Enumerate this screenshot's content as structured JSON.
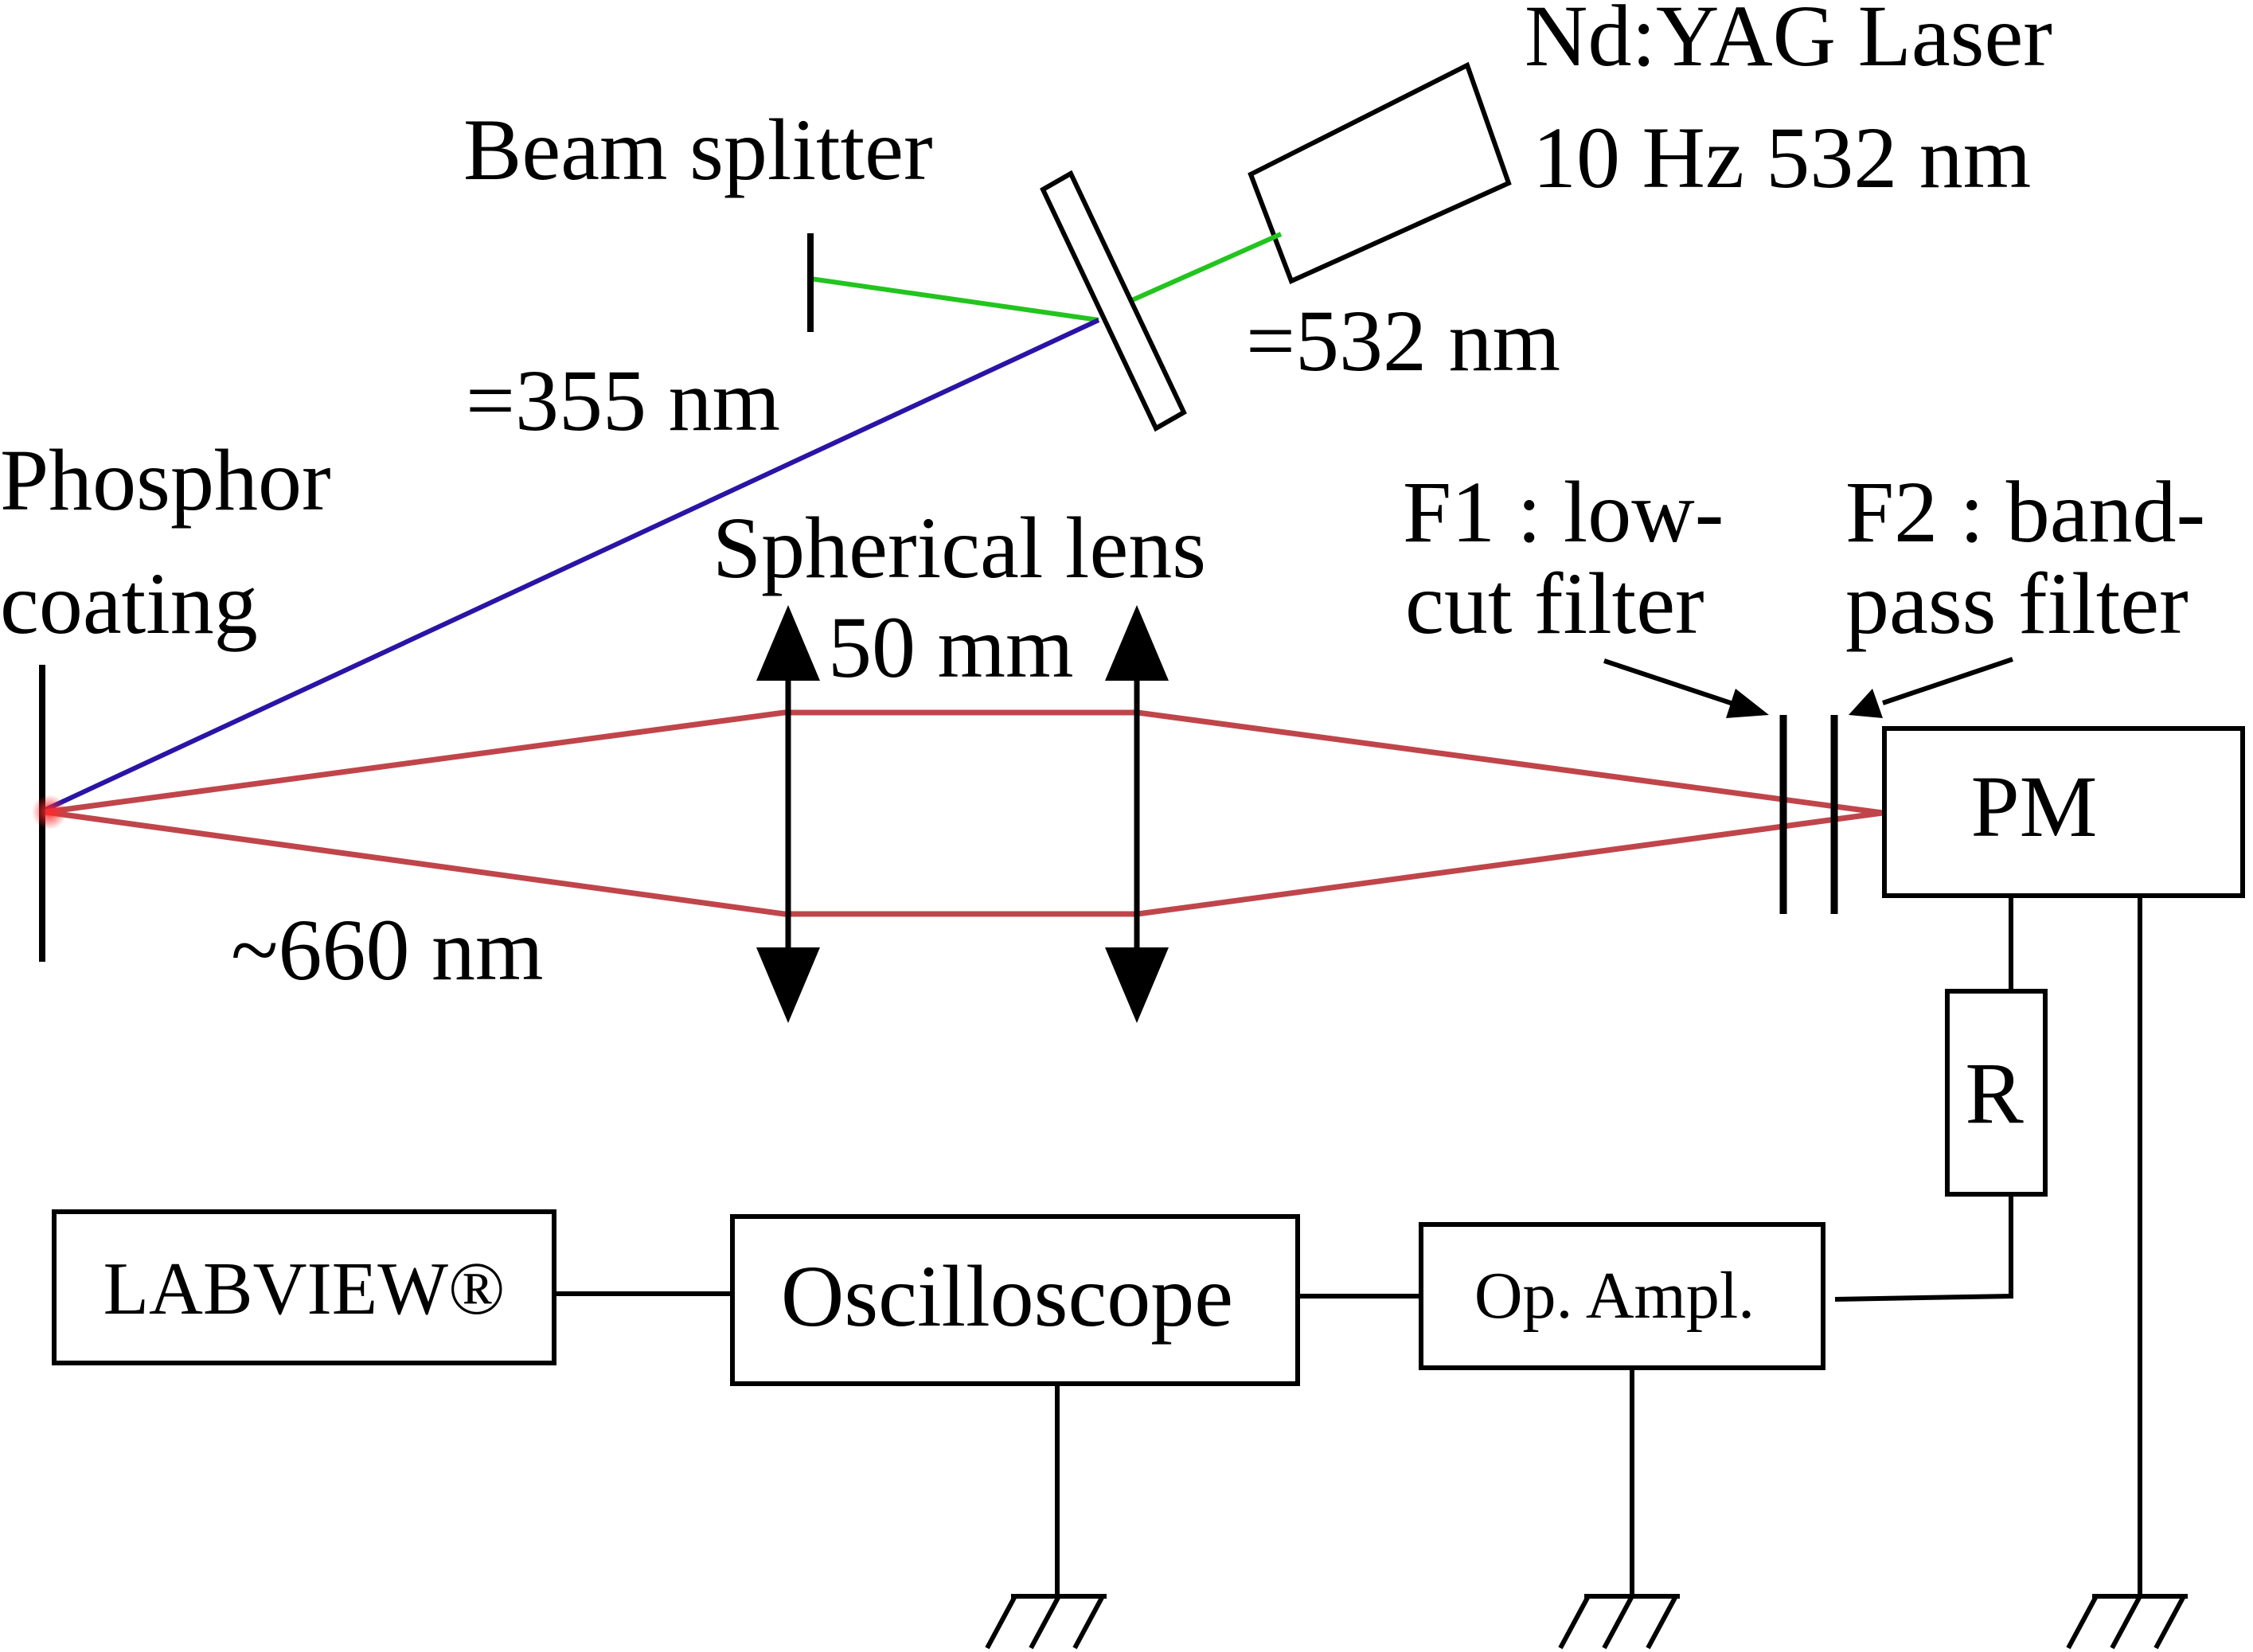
{
  "labels": {
    "laser_name": "Nd:YAG Laser",
    "laser_spec": "10 Hz 532 nm",
    "beam_splitter": "Beam splitter",
    "wavelength_532": "=532 nm",
    "wavelength_355": "=355 nm",
    "phosphor_line1": "Phosphor",
    "phosphor_line2": "coating",
    "spherical_lens": "Spherical lens",
    "lens_focal": "50 mm",
    "f1_line1": "F1 : low-",
    "f1_line2": "cut filter",
    "f2_line1": "F2 : band-",
    "f2_line2": "pass filter",
    "emission": "~660 nm",
    "pm": "PM",
    "resistor": "R",
    "labview": "LABVIEW®",
    "oscilloscope": "Oscilloscope",
    "op_ampl": "Op. Ampl."
  },
  "colors": {
    "green_beam": "#22c41e",
    "uv_beam": "#2a14a6",
    "red_beam": "#c0454a",
    "emission_spot": "#ff2a2a",
    "lines": "#000000"
  },
  "icons": {
    "ground": "ground-symbol-icon",
    "lens": "double-arrow-lens-icon"
  }
}
